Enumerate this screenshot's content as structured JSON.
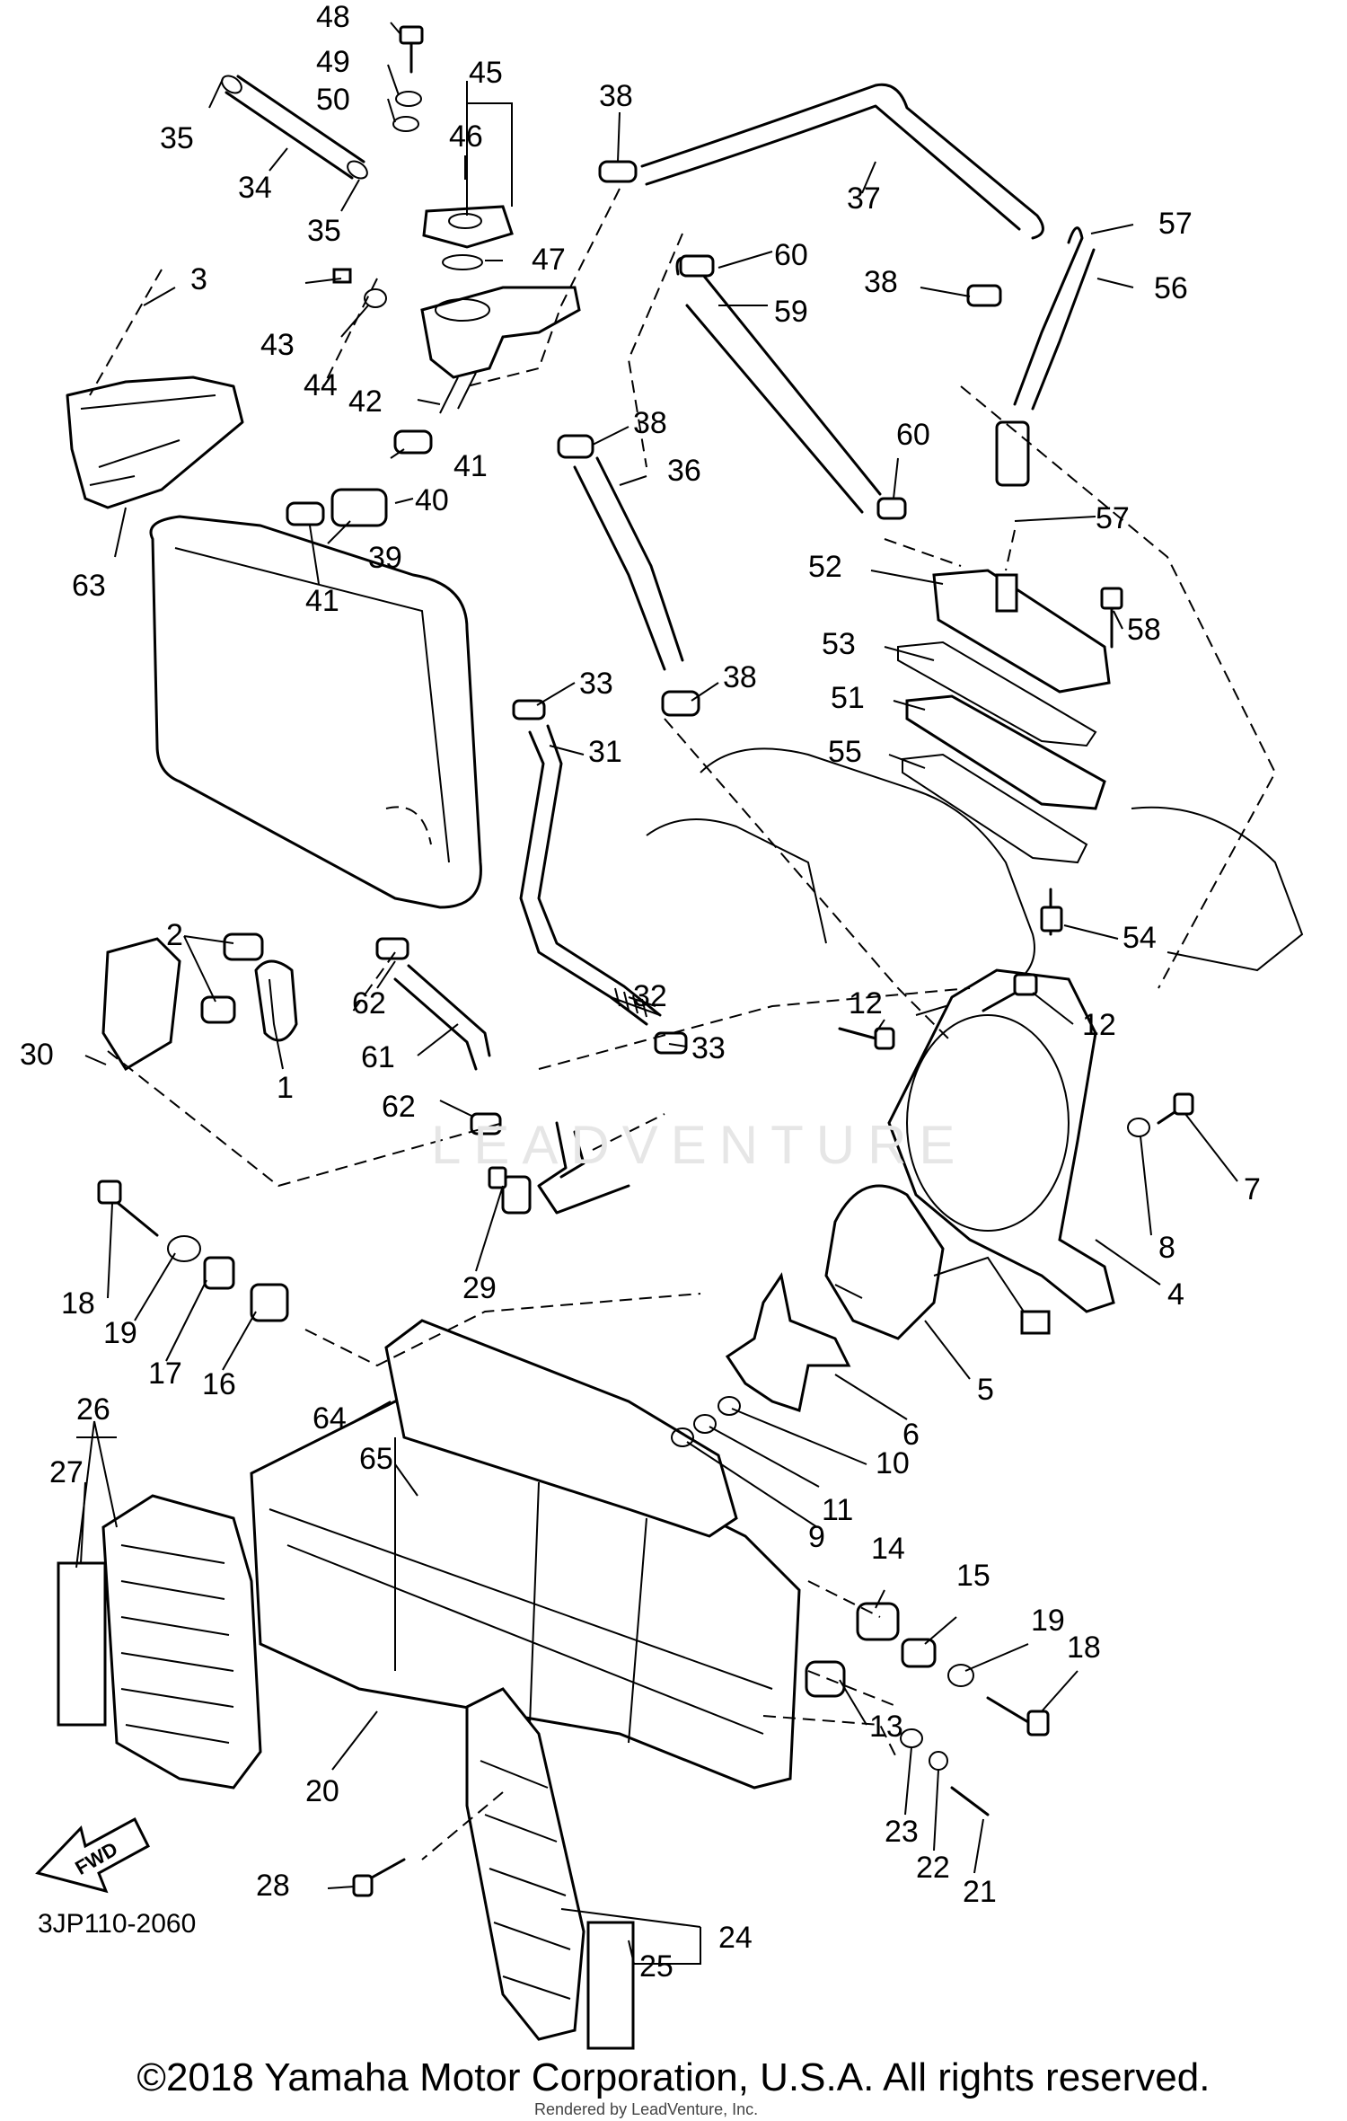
{
  "diagram": {
    "code": "3JP110-2060",
    "copyright": "©2018 Yamaha Motor Corporation, U.S.A. All rights reserved.",
    "rendered_by": "Rendered by LeadVenture, Inc.",
    "watermark": "LEADVENTURE",
    "fwd_label": "FWD",
    "callouts": [
      {
        "id": "c48",
        "num": "48"
      },
      {
        "id": "c49",
        "num": "49"
      },
      {
        "id": "c50",
        "num": "50"
      },
      {
        "id": "c45",
        "num": "45"
      },
      {
        "id": "c46",
        "num": "46"
      },
      {
        "id": "c35a",
        "num": "35"
      },
      {
        "id": "c34",
        "num": "34"
      },
      {
        "id": "c35b",
        "num": "35"
      },
      {
        "id": "c38a",
        "num": "38"
      },
      {
        "id": "c37",
        "num": "37"
      },
      {
        "id": "c57a",
        "num": "57"
      },
      {
        "id": "c56",
        "num": "56"
      },
      {
        "id": "c3",
        "num": "3"
      },
      {
        "id": "c43",
        "num": "43"
      },
      {
        "id": "c44",
        "num": "44"
      },
      {
        "id": "c47",
        "num": "47"
      },
      {
        "id": "c60a",
        "num": "60"
      },
      {
        "id": "c59",
        "num": "59"
      },
      {
        "id": "c38b",
        "num": "38"
      },
      {
        "id": "c42",
        "num": "42"
      },
      {
        "id": "c41a",
        "num": "41"
      },
      {
        "id": "c38c",
        "num": "38"
      },
      {
        "id": "c36",
        "num": "36"
      },
      {
        "id": "c60b",
        "num": "60"
      },
      {
        "id": "c40",
        "num": "40"
      },
      {
        "id": "c57b",
        "num": "57"
      },
      {
        "id": "c39",
        "num": "39"
      },
      {
        "id": "c41b",
        "num": "41"
      },
      {
        "id": "c63",
        "num": "63"
      },
      {
        "id": "c52",
        "num": "52"
      },
      {
        "id": "c58",
        "num": "58"
      },
      {
        "id": "c53",
        "num": "53"
      },
      {
        "id": "c51",
        "num": "51"
      },
      {
        "id": "c33a",
        "num": "33"
      },
      {
        "id": "c38d",
        "num": "38"
      },
      {
        "id": "c31",
        "num": "31"
      },
      {
        "id": "c55",
        "num": "55"
      },
      {
        "id": "c2",
        "num": "2"
      },
      {
        "id": "c54",
        "num": "54"
      },
      {
        "id": "c62a",
        "num": "62"
      },
      {
        "id": "c32",
        "num": "32"
      },
      {
        "id": "c12a",
        "num": "12"
      },
      {
        "id": "c12b",
        "num": "12"
      },
      {
        "id": "c30",
        "num": "30"
      },
      {
        "id": "c61",
        "num": "61"
      },
      {
        "id": "c33b",
        "num": "33"
      },
      {
        "id": "c1",
        "num": "1"
      },
      {
        "id": "c62b",
        "num": "62"
      },
      {
        "id": "c7",
        "num": "7"
      },
      {
        "id": "c8",
        "num": "8"
      },
      {
        "id": "c4",
        "num": "4"
      },
      {
        "id": "c29",
        "num": "29"
      },
      {
        "id": "c18a",
        "num": "18"
      },
      {
        "id": "c19a",
        "num": "19"
      },
      {
        "id": "c17",
        "num": "17"
      },
      {
        "id": "c16",
        "num": "16"
      },
      {
        "id": "c5",
        "num": "5"
      },
      {
        "id": "c26",
        "num": "26"
      },
      {
        "id": "c64",
        "num": "64"
      },
      {
        "id": "c6",
        "num": "6"
      },
      {
        "id": "c10",
        "num": "10"
      },
      {
        "id": "c27",
        "num": "27"
      },
      {
        "id": "c65",
        "num": "65"
      },
      {
        "id": "c11",
        "num": "11"
      },
      {
        "id": "c9",
        "num": "9"
      },
      {
        "id": "c14",
        "num": "14"
      },
      {
        "id": "c15",
        "num": "15"
      },
      {
        "id": "c19b",
        "num": "19"
      },
      {
        "id": "c18b",
        "num": "18"
      },
      {
        "id": "c13",
        "num": "13"
      },
      {
        "id": "c20",
        "num": "20"
      },
      {
        "id": "c23",
        "num": "23"
      },
      {
        "id": "c22",
        "num": "22"
      },
      {
        "id": "c21",
        "num": "21"
      },
      {
        "id": "c28",
        "num": "28"
      },
      {
        "id": "c24",
        "num": "24"
      },
      {
        "id": "c25",
        "num": "25"
      }
    ]
  }
}
